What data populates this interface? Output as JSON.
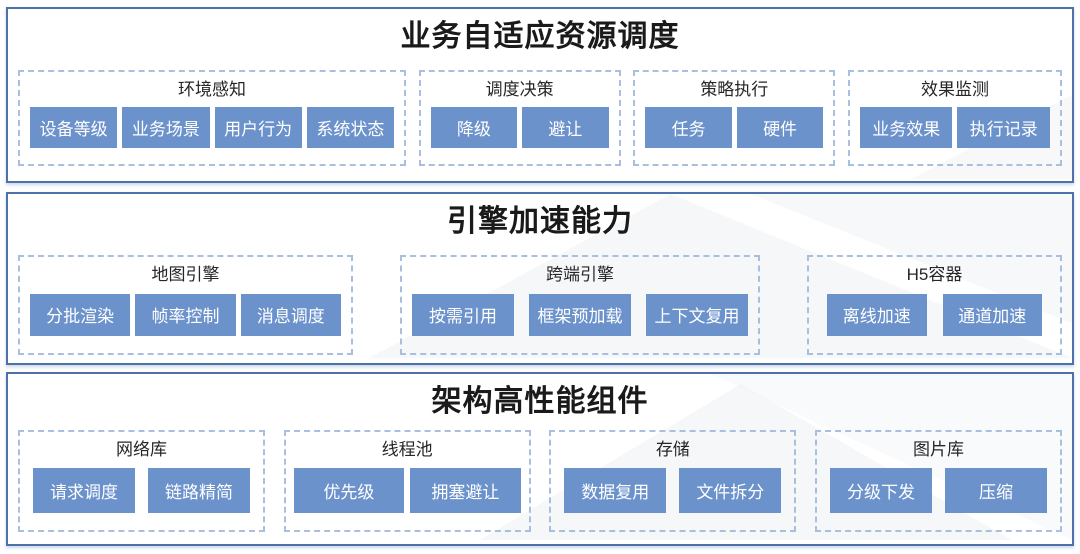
{
  "diagram_title_note": "three stacked capability layers",
  "colors": {
    "frame_blue": "#4d72aa",
    "dashed_blue": "#a9bfdf",
    "box_blue": "#6c92cb",
    "box_text": "#ffffff",
    "title_text": "#1a1a1a",
    "label_text": "#262626",
    "watermark_gray": "#f1f2f6"
  },
  "sections": [
    {
      "id": "adaptive-resource-scheduling",
      "title": "业务自适应资源调度",
      "groups": [
        {
          "id": "environment-sensing",
          "label": "环境感知",
          "items": [
            "设备等级",
            "业务场景",
            "用户行为",
            "系统状态"
          ]
        },
        {
          "id": "scheduling-decision",
          "label": "调度决策",
          "items": [
            "降级",
            "避让"
          ]
        },
        {
          "id": "strategy-execution",
          "label": "策略执行",
          "items": [
            "任务",
            "硬件"
          ]
        },
        {
          "id": "effect-monitoring",
          "label": "效果监测",
          "items": [
            "业务效果",
            "执行记录"
          ]
        }
      ]
    },
    {
      "id": "engine-acceleration",
      "title": "引擎加速能力",
      "groups": [
        {
          "id": "map-engine",
          "label": "地图引擎",
          "items": [
            "分批渲染",
            "帧率控制",
            "消息调度"
          ]
        },
        {
          "id": "cross-platform-engine",
          "label": "跨端引擎",
          "items": [
            "按需引用",
            "框架预加载",
            "上下文复用"
          ]
        },
        {
          "id": "h5-container",
          "label": "H5容器",
          "items": [
            "离线加速",
            "通道加速"
          ]
        }
      ]
    },
    {
      "id": "high-performance-components",
      "title": "架构高性能组件",
      "groups": [
        {
          "id": "network-lib",
          "label": "网络库",
          "items": [
            "请求调度",
            "链路精简"
          ]
        },
        {
          "id": "thread-pool",
          "label": "线程池",
          "items": [
            "优先级",
            "拥塞避让"
          ]
        },
        {
          "id": "storage",
          "label": "存储",
          "items": [
            "数据复用",
            "文件拆分"
          ]
        },
        {
          "id": "image-lib",
          "label": "图片库",
          "items": [
            "分级下发",
            "压缩"
          ]
        }
      ]
    }
  ]
}
